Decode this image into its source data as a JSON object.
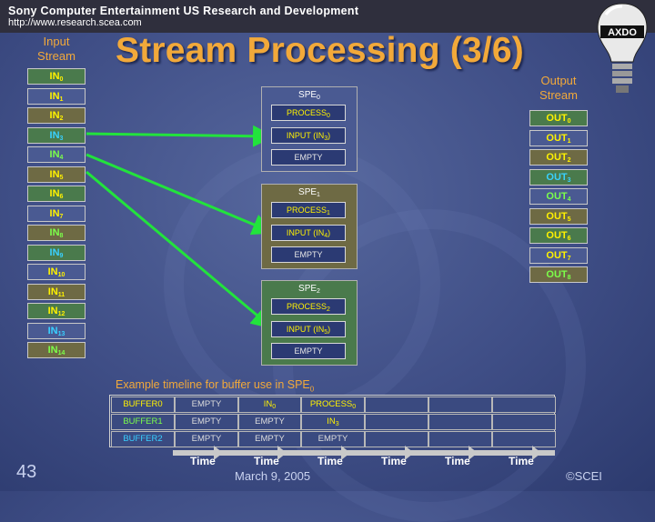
{
  "header": {
    "org": "Sony Computer Entertainment US Research and Development",
    "url": "http://www.research.scea.com"
  },
  "logo": {
    "text": "AXDO",
    "icon": "lightbulb-logo-icon"
  },
  "title": "Stream Processing (3/6)",
  "input_stream": {
    "caption_line1": "Input",
    "caption_line2": "Stream",
    "prefix": "IN",
    "items": [
      "0",
      "1",
      "2",
      "3",
      "4",
      "5",
      "6",
      "7",
      "8",
      "9",
      "10",
      "11",
      "12",
      "13",
      "14"
    ]
  },
  "output_stream": {
    "caption_line1": "Output",
    "caption_line2": "Stream",
    "prefix": "OUT",
    "items": [
      "0",
      "1",
      "2",
      "3",
      "4",
      "5",
      "6",
      "7",
      "8"
    ]
  },
  "spes": [
    {
      "label": "SPE",
      "sub": "0",
      "process": "PROCESS",
      "process_sub": "0",
      "input": "INPUT (IN",
      "input_sub": "3",
      "input_end": ")",
      "empty": "EMPTY"
    },
    {
      "label": "SPE",
      "sub": "1",
      "process": "PROCESS",
      "process_sub": "1",
      "input": "INPUT (IN",
      "input_sub": "4",
      "input_end": ")",
      "empty": "EMPTY"
    },
    {
      "label": "SPE",
      "sub": "2",
      "process": "PROCESS",
      "process_sub": "2",
      "input": "INPUT (IN",
      "input_sub": "5",
      "input_end": ")",
      "empty": "EMPTY"
    }
  ],
  "timeline": {
    "title_main": "Example timeline for buffer use in SPE",
    "title_sub": "0",
    "rows": [
      {
        "name": "BUFFER0",
        "cells": [
          "EMPTY",
          "IN|0",
          "PROCESS|0",
          "",
          "",
          ""
        ]
      },
      {
        "name": "BUFFER1",
        "cells": [
          "EMPTY",
          "EMPTY",
          "IN|3",
          "",
          "",
          ""
        ]
      },
      {
        "name": "BUFFER2",
        "cells": [
          "EMPTY",
          "EMPTY",
          "EMPTY",
          "",
          "",
          ""
        ]
      }
    ],
    "time_labels": [
      "Time",
      "Time",
      "Time",
      "Time",
      "Time",
      "Time"
    ]
  },
  "footer": {
    "page_number": "43",
    "date": "March 9, 2005",
    "copyright": "©SCEI"
  },
  "colors": {
    "accent": "#f2a93a",
    "arrow": "#22e33c",
    "olive": "#6e6a44",
    "green": "#4a7a4c",
    "slate": "#4a5a92",
    "text_yellow": "#fff200",
    "text_cyan": "#39d0ff",
    "text_green": "#7cff4a"
  }
}
